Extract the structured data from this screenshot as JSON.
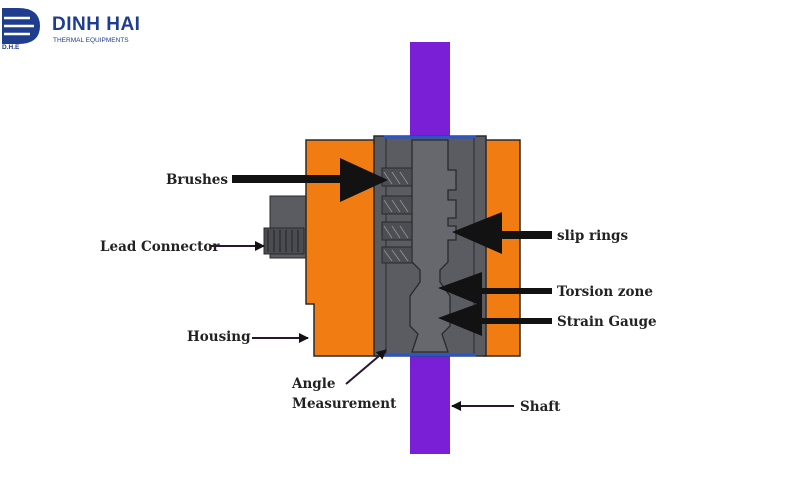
{
  "logo": {
    "brand": "DINH HAI",
    "tagline": "THERMAL EQUIPMENTS",
    "abbr": "D.H.E",
    "color": "#1f3d8f"
  },
  "colors": {
    "housing": "#f07c12",
    "body": "#5a5c62",
    "shaft": "#7a1fd6",
    "outline": "#2a2a2a",
    "arrow": "#121212",
    "arrow_thin": "#2a1533",
    "edge_blue": "#2a55c8"
  },
  "labels": {
    "brushes": "Brushes",
    "lead_connector": "Lead Connector",
    "housing": "Housing",
    "angle_line1": "Angle",
    "angle_line2": "Measurement",
    "slip_rings": "slip rings",
    "torsion_zone": "Torsion zone",
    "strain_gauge": "Strain Gauge",
    "shaft": "Shaft"
  }
}
